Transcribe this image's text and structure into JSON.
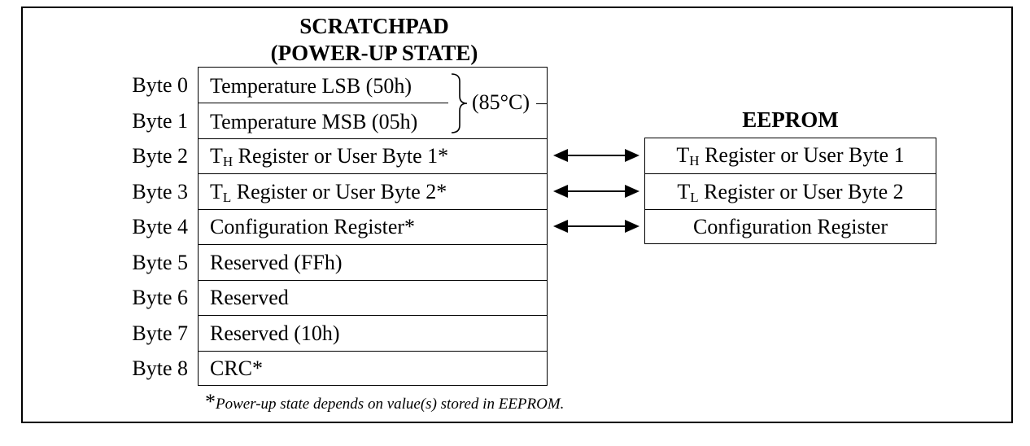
{
  "figure_caption_partial": "",
  "scratchpad": {
    "title_line1": "SCRATCHPAD",
    "title_line2": "(POWER-UP STATE)",
    "rows": [
      {
        "byte": "Byte 0",
        "content": "Temperature LSB (50h)"
      },
      {
        "byte": "Byte 1",
        "content": "Temperature MSB (05h)"
      },
      {
        "byte": "Byte 2",
        "content_prefix": "T",
        "content_sub": "H",
        "content_suffix": " Register or User Byte 1*"
      },
      {
        "byte": "Byte 3",
        "content_prefix": "T",
        "content_sub": "L",
        "content_suffix": " Register or User Byte 2*"
      },
      {
        "byte": "Byte 4",
        "content": "Configuration Register*"
      },
      {
        "byte": "Byte 5",
        "content": "Reserved (FFh)"
      },
      {
        "byte": "Byte 6",
        "content": "Reserved"
      },
      {
        "byte": "Byte 7",
        "content": "Reserved (10h)"
      },
      {
        "byte": "Byte 8",
        "content": "CRC*"
      }
    ],
    "temperature_note": "(85°C)"
  },
  "eeprom": {
    "title": "EEPROM",
    "rows": [
      {
        "content_prefix": "T",
        "content_sub": "H",
        "content_suffix": " Register or User Byte 1"
      },
      {
        "content_prefix": "T",
        "content_sub": "L",
        "content_suffix": " Register or User Byte 2"
      },
      {
        "content": "Configuration Register"
      }
    ]
  },
  "footnote": {
    "star": "*",
    "text": "Power-up state depends on value(s) stored in EEPROM."
  },
  "icons": [
    "double-arrow-icon",
    "curly-brace-icon"
  ]
}
